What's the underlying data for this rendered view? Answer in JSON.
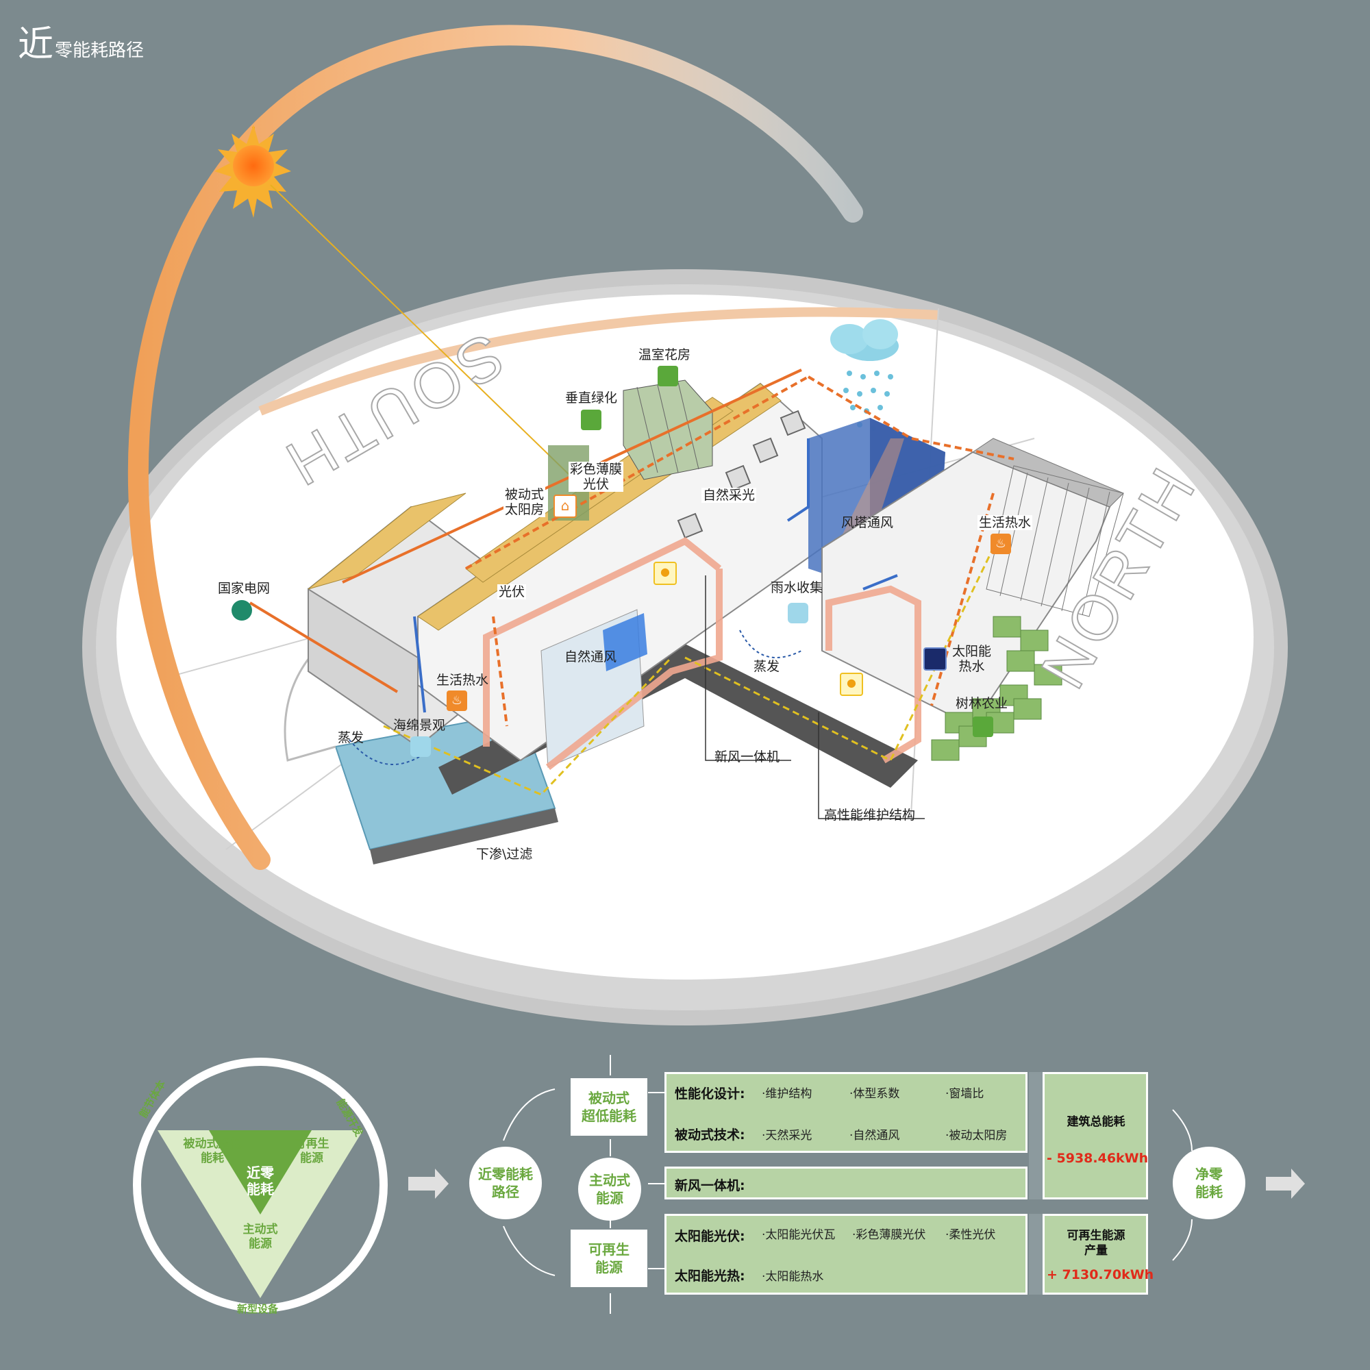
{
  "title": {
    "big": "近",
    "small": "零能耗路径"
  },
  "compass": {
    "south": "SOUTH",
    "north": "NORTH"
  },
  "labels": {
    "greenhouse": "温室花房",
    "vertical_green": "垂直绿化",
    "colored_film_pv": "彩色薄膜\n光伏",
    "passive_sunroom": "被动式\n太阳房",
    "natural_light": "自然采光",
    "wind_tower": "风塔通风",
    "domestic_hot_water_right": "生活热水",
    "state_grid": "国家电网",
    "pv": "光伏",
    "rain_collection": "雨水收集",
    "natural_ventilation": "自然通风",
    "evaporation_mid": "蒸发",
    "solar_hot_water": "太阳能\n热水",
    "domestic_hot_water_left": "生活热水",
    "sponge_landscape": "海绵景观",
    "evaporation_left": "蒸发",
    "forest_agriculture": "树林农业",
    "fresh_air_unit": "新风一体机",
    "high_perf_envelope": "高性能维护结构",
    "infiltration": "下渗\\过滤"
  },
  "triangle": {
    "center": "近零\n能耗",
    "top_left": "被动式超低\n能耗",
    "top_right": "可再生\n能源",
    "bottom": "主动式\n能源",
    "arc_left": "能节体本",
    "arc_right": "能源开发",
    "arc_bottom": "新型设备"
  },
  "flow": {
    "path_node": "近零能耗\n路径",
    "passive": "被动式\n超低能耗",
    "active": "主动式\n能源",
    "renewable": "可再生\n能源",
    "net_zero": "净零\n能耗"
  },
  "panels": {
    "perf_design": {
      "label": "性能化设计:",
      "items": [
        "·维护结构",
        "·体型系数",
        "·窗墙比"
      ]
    },
    "passive_tech": {
      "label": "被动式技术:",
      "items": [
        "·天然采光",
        "·自然通风",
        "·被动太阳房"
      ]
    },
    "fresh_air": {
      "label": "新风一体机:"
    },
    "solar_pv": {
      "label": "太阳能光伏:",
      "items": [
        "·太阳能光伏瓦",
        "·彩色薄膜光伏",
        "·柔性光伏"
      ]
    },
    "solar_thermal": {
      "label": "太阳能光热:",
      "items": [
        "·太阳能热水"
      ]
    },
    "total_consumption": {
      "label": "建筑总能耗",
      "value": "- 5938.46kWh"
    },
    "renewable_output": {
      "label": "可再生能源\n产量",
      "value": "+ 7130.70kWh"
    }
  },
  "colors": {
    "background": "#7c8a8e",
    "green": "#6aa83f",
    "panel": "#b7d3a5",
    "sun": "#ff7a1a",
    "red": "#e02a1a"
  }
}
